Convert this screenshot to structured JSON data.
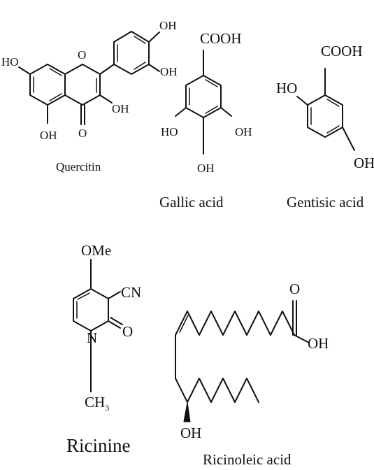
{
  "compounds": {
    "quercitin": {
      "name": "Quercitin",
      "labels": {
        "ho_left": "HO",
        "oh_top": "OH",
        "oh_right": "OH",
        "oh_ring": "OH",
        "oh_bottom": "OH",
        "o_ring": "O",
        "o_keto": "O"
      }
    },
    "gallic_acid": {
      "name": "Gallic acid",
      "labels": {
        "cooh": "COOH",
        "ho_left": "HO",
        "oh_right": "OH",
        "oh_bottom": "OH"
      }
    },
    "gentisic_acid": {
      "name": "Gentisic acid",
      "labels": {
        "cooh": "COOH",
        "ho": "HO",
        "oh": "OH"
      }
    },
    "ricinine": {
      "name": "Ricinine",
      "labels": {
        "ome": "OMe",
        "cn": "CN",
        "o": "O",
        "n": "N",
        "ch3": "CH",
        "ch3_sub": "3"
      }
    },
    "ricinoleic_acid": {
      "name": "Ricinoleic acid",
      "labels": {
        "o": "O",
        "oh_acid": "OH",
        "oh_chain": "OH"
      }
    }
  }
}
